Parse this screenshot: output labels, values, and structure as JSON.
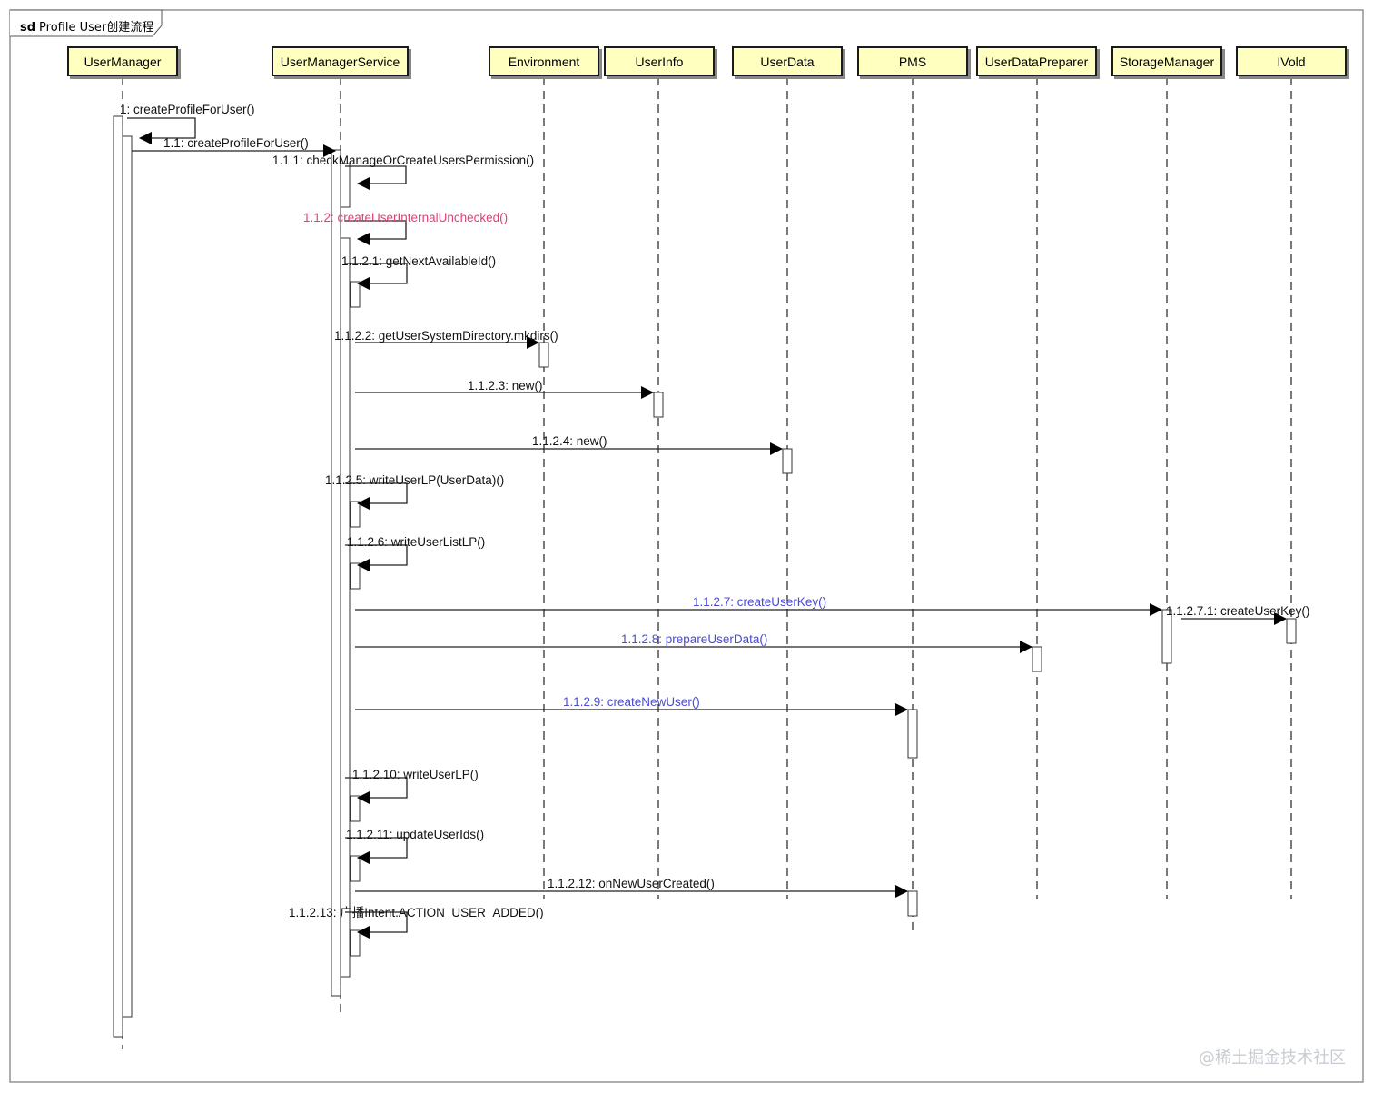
{
  "frame": {
    "keyword": "sd",
    "title": "Profile User创建流程"
  },
  "lifelines": [
    {
      "id": "um",
      "label": "UserManager"
    },
    {
      "id": "ums",
      "label": "UserManagerService"
    },
    {
      "id": "env",
      "label": "Environment"
    },
    {
      "id": "ui",
      "label": "UserInfo"
    },
    {
      "id": "ud",
      "label": "UserData"
    },
    {
      "id": "pms",
      "label": "PMS"
    },
    {
      "id": "udp",
      "label": "UserDataPreparer"
    },
    {
      "id": "sm",
      "label": "StorageManager"
    },
    {
      "id": "iv",
      "label": "IVold"
    }
  ],
  "messages": [
    {
      "label": "1: createProfileForUser()",
      "from": "um",
      "to": "um",
      "self": true,
      "color": "#111111"
    },
    {
      "label": "1.1: createProfileForUser()",
      "from": "um",
      "to": "ums",
      "self": false,
      "color": "#111111"
    },
    {
      "label": "1.1.1: checkManageOrCreateUsersPermission()",
      "from": "ums",
      "to": "ums",
      "self": true,
      "color": "#111111"
    },
    {
      "label": "1.1.2: createUserInternalUnchecked()",
      "from": "ums",
      "to": "ums",
      "self": true,
      "color": "#e0407a"
    },
    {
      "label": "1.1.2.1: getNextAvailableId()",
      "from": "ums",
      "to": "ums",
      "self": true,
      "color": "#111111"
    },
    {
      "label": "1.1.2.2: getUserSystemDirectory.mkdirs()",
      "from": "ums",
      "to": "env",
      "self": false,
      "color": "#111111"
    },
    {
      "label": "1.1.2.3: new()",
      "from": "ums",
      "to": "ui",
      "self": false,
      "color": "#111111"
    },
    {
      "label": "1.1.2.4: new()",
      "from": "ums",
      "to": "ud",
      "self": false,
      "color": "#111111"
    },
    {
      "label": "1.1.2.5: writeUserLP(UserData)()",
      "from": "ums",
      "to": "ums",
      "self": true,
      "color": "#111111"
    },
    {
      "label": "1.1.2.6: writeUserListLP()",
      "from": "ums",
      "to": "ums",
      "self": true,
      "color": "#111111"
    },
    {
      "label": "1.1.2.7: createUserKey()",
      "from": "ums",
      "to": "sm",
      "self": false,
      "color": "#4a4ad8"
    },
    {
      "label": "1.1.2.7.1: createUserKey()",
      "from": "sm",
      "to": "iv",
      "self": false,
      "color": "#111111"
    },
    {
      "label": "1.1.2.8: prepareUserData()",
      "from": "ums",
      "to": "udp",
      "self": false,
      "color": "#4a4ad8"
    },
    {
      "label": "1.1.2.9: createNewUser()",
      "from": "ums",
      "to": "pms",
      "self": false,
      "color": "#4a4ad8"
    },
    {
      "label": "1.1.2.10: writeUserLP()",
      "from": "ums",
      "to": "ums",
      "self": true,
      "color": "#111111"
    },
    {
      "label": "1.1.2.11: updateUserIds()",
      "from": "ums",
      "to": "ums",
      "self": true,
      "color": "#111111"
    },
    {
      "label": "1.1.2.12: onNewUserCreated()",
      "from": "ums",
      "to": "pms",
      "self": false,
      "color": "#111111"
    },
    {
      "label": "1.1.2.13: 广播Intent.ACTION_USER_ADDED()",
      "from": "ums",
      "to": "ums",
      "self": true,
      "color": "#111111"
    }
  ],
  "watermark": "@稀土掘金技术社区"
}
